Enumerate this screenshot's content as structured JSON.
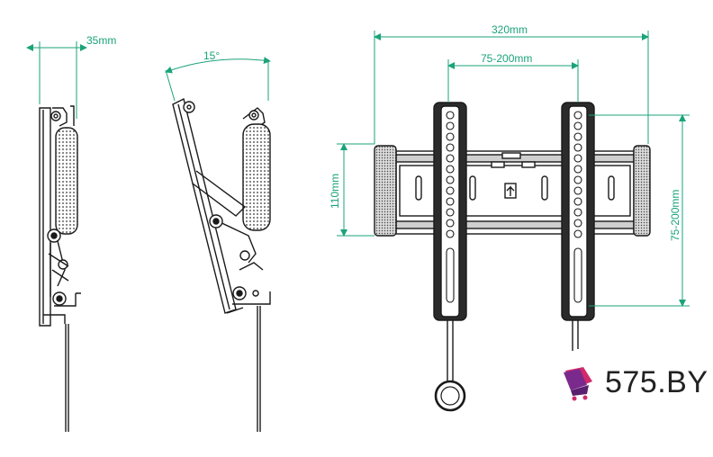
{
  "colors": {
    "dimension": "#1aa37a",
    "line": "#1a1a1a",
    "fill_dark": "#2b2b2b",
    "brand_text": "#222222",
    "brand_icon_purple": "#7a2a8c",
    "brand_icon_pink": "#d12a6a"
  },
  "dimensions": {
    "depth": "35mm",
    "tilt": "15°",
    "width": "320mm",
    "vesa_horizontal": "75-200mm",
    "height": "110mm",
    "vesa_vertical": "75-200mm"
  },
  "brand": {
    "name": "575.BY",
    "icon": "shopping-cart-icon"
  }
}
